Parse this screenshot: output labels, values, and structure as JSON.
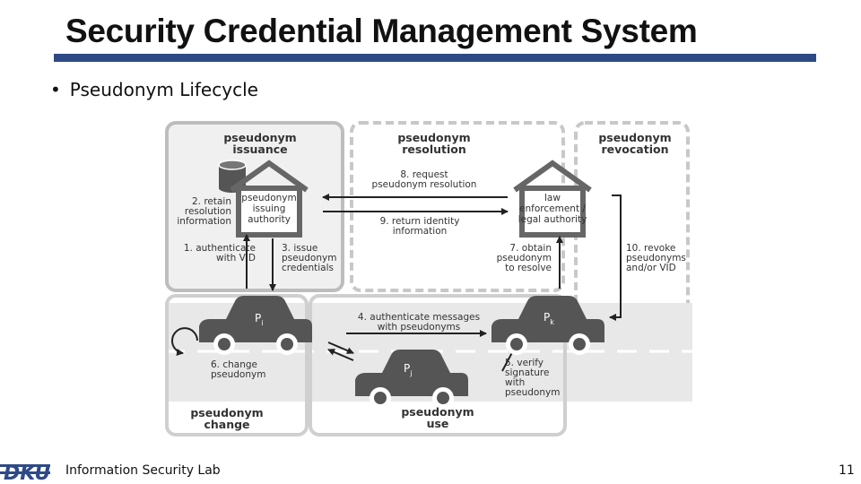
{
  "slide": {
    "title": "Security Credential Management System",
    "bullet": "Pseudonym Lifecycle",
    "footer": "Information Security Lab",
    "page_number": "11",
    "logo_text": "DKU"
  },
  "colors": {
    "title_rule": "#2e4a86",
    "box_border": "#bdbdbd",
    "road": "#e8e8e8",
    "car": "#555555",
    "arrow": "#222222",
    "text": "#333333"
  },
  "diagram": {
    "regions": {
      "issuance": [
        "pseudonym",
        "issuance"
      ],
      "resolution": [
        "pseudonym",
        "resolution"
      ],
      "revocation": [
        "pseudonym",
        "revocation"
      ],
      "change": [
        "pseudonym",
        "change"
      ],
      "use": [
        "pseudonym",
        "use"
      ]
    },
    "authorities": {
      "issuing": [
        "pseudonym",
        "issuing",
        "authority"
      ],
      "law": [
        "law",
        "enforcement /",
        "legal authority"
      ]
    },
    "steps": {
      "s1": [
        "1. authenticate",
        "with VID"
      ],
      "s2": [
        "2. retain",
        "resolution",
        "information"
      ],
      "s3": [
        "3. issue",
        "pseudonym",
        "credentials"
      ],
      "s4": [
        "4. authenticate messages",
        "with pseudonyms"
      ],
      "s5": [
        "5. verify",
        "signature",
        "with",
        "pseudonym"
      ],
      "s6": [
        "6. change",
        "pseudonym"
      ],
      "s7": [
        "7. obtain",
        "pseudonym",
        "to resolve"
      ],
      "s8": [
        "8. request",
        "pseudonym resolution"
      ],
      "s9": [
        "9. return identity",
        "information"
      ],
      "s10": [
        "10. revoke",
        "pseudonyms",
        "and/or VID"
      ]
    },
    "cars": {
      "car_i": "P",
      "car_i_sub": "i",
      "car_j": "P",
      "car_j_sub": "j",
      "car_k": "P",
      "car_k_sub": "k"
    }
  }
}
